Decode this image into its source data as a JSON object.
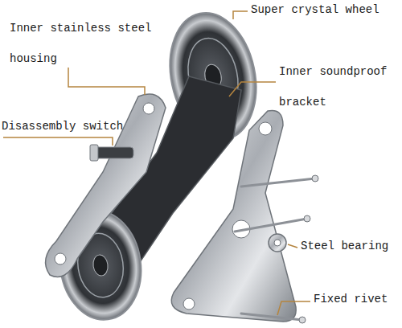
{
  "diagram": {
    "labels": [
      "Super crystal wheel",
      "Inner stainless steel housing",
      "Inner soundproof bracket",
      "Disassembly switch",
      "Steel bearing",
      "Fixed rivet"
    ]
  }
}
